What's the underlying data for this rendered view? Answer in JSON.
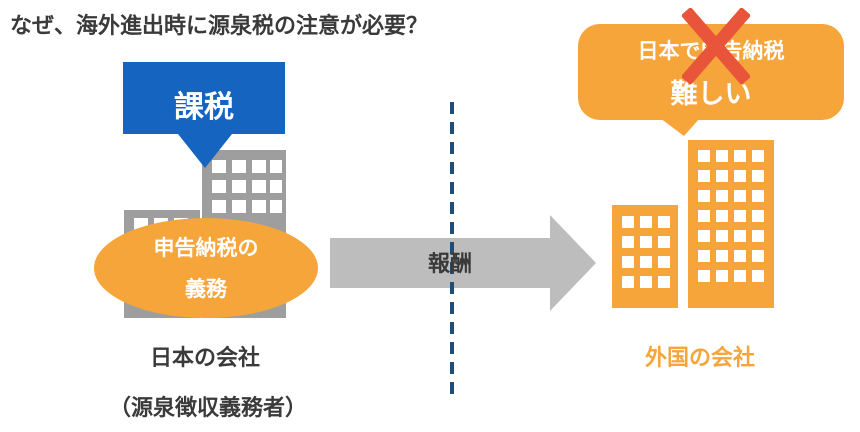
{
  "title": "なぜ、海外進出時に源泉税の注意が必要？",
  "tax_box": {
    "label": "課税"
  },
  "japan_company": {
    "duty_line1": "申告納税の",
    "duty_line2": "義務",
    "name": "日本の会社",
    "role": "（源泉徴収義務者）"
  },
  "payment_arrow": {
    "label": "報酬"
  },
  "foreign_company": {
    "bubble_line1": "日本で申告納税",
    "bubble_line2": "難しい",
    "name": "外国の会社"
  },
  "icons": [
    "building-icon",
    "down-arrow-icon",
    "right-arrow-icon",
    "cross-mark-icon"
  ],
  "colors": {
    "tax_blue": "#1565c0",
    "orange": "#f5a53a",
    "building_gray": "#9e9e9e",
    "arrow_gray": "#bdbdbd",
    "divider_navy": "#1f4e79",
    "cross_red": "#e8553a",
    "text_dark": "#3a3a3a"
  }
}
